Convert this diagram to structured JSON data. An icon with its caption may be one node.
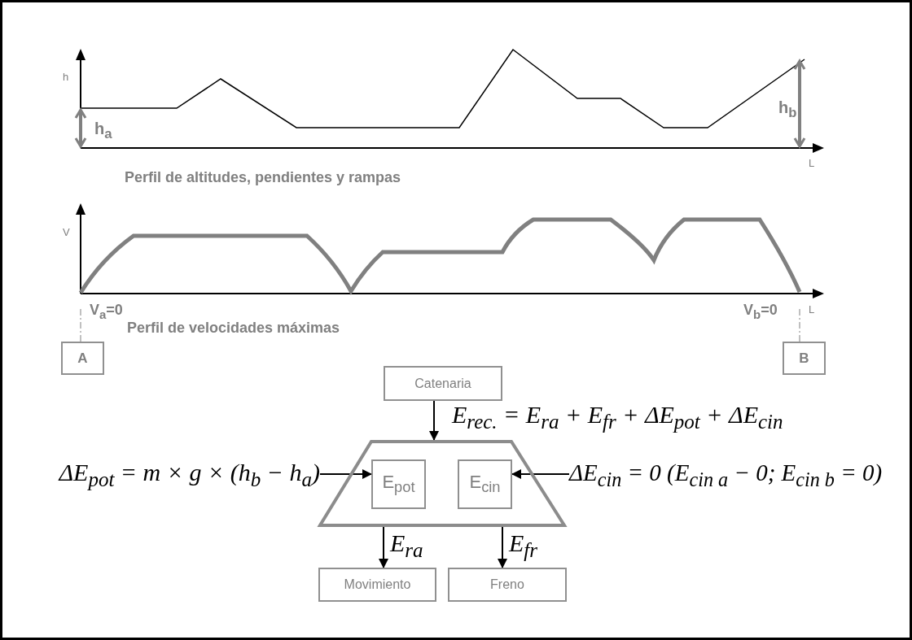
{
  "diagram": {
    "nodes": [
      {
        "text": [
          "A"
        ]
      },
      {
        "text": [
          "B"
        ]
      },
      {
        "text": [
          "Catenaria"
        ]
      },
      {
        "text": [],
        "shape": "trapezoid"
      },
      {
        "text": [
          "E$_{pot}$"
        ],
        "in": 3
      },
      {
        "text": [
          "E$_{cin}$"
        ],
        "in": 3
      },
      {
        "text": [
          "Movimiento"
        ]
      },
      {
        "text": [
          "Freno"
        ]
      },
      {
        "text": [
          "ΔE$_{pot}$ = m × g × (h$_{b}$ − h$_{a}$)"
        ]
      },
      {
        "text": [
          "ΔE$_{cin}$ = 0 (E$_{cin a}$ − 0; E$_{cin b}$ = 0)"
        ]
      }
    ],
    "edges": [
      {
        "from": 2,
        "to": 3,
        "arrow": "to",
        "label": "E$_{rec.}$ = E$_{ra}$ + E$_{fr}$ + ΔE$_{pot}$ + ΔE$_{cin}$"
      },
      {
        "from": 8,
        "to": 4,
        "arrow": "to"
      },
      {
        "from": 9,
        "to": 5,
        "arrow": "to"
      },
      {
        "from": 3,
        "to": 6,
        "arrow": "to",
        "label": "E$_{ra}$"
      },
      {
        "from": 3,
        "to": 7,
        "arrow": "to",
        "label": "E$_{fr}$"
      },
      {
        "from": 0,
        "to": null,
        "arrow": "none",
        "style": "dashed",
        "color": "#808080"
      },
      {
        "from": 1,
        "to": null,
        "arrow": "none",
        "style": "dashed",
        "color": "#808080"
      }
    ],
    "labels": [
      "h",
      "h$_{a}$",
      "h$_{b}$",
      "L",
      "Perfil de altitudes, pendientes y rampas",
      "V",
      "V$_{a}$=0",
      "V$_{b}$=0",
      "L",
      "Perfil de velocidades máximas"
    ]
  }
}
